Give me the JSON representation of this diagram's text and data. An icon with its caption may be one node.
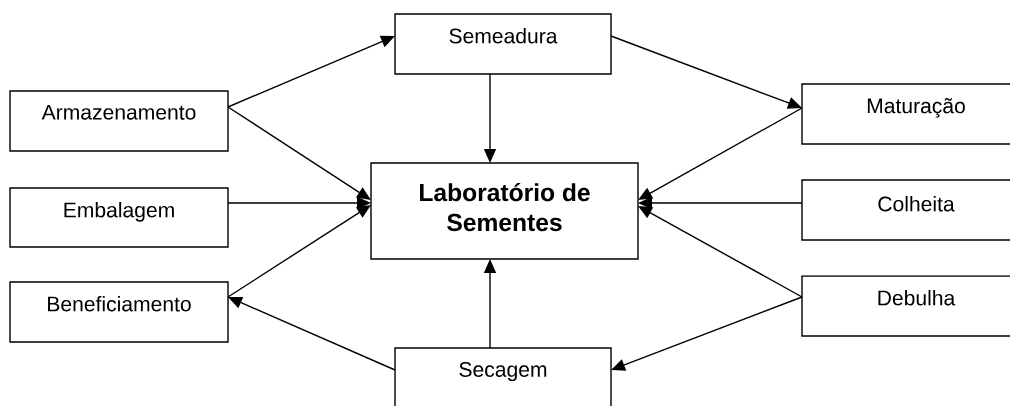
{
  "diagram": {
    "nodes": [
      {
        "text": [
          "Semeadura"
        ]
      },
      {
        "text": [
          "Armazenamento"
        ]
      },
      {
        "text": [
          "Maturação"
        ]
      },
      {
        "text": [
          "Laboratório de Sementes"
        ]
      },
      {
        "text": [
          "Embalagem"
        ]
      },
      {
        "text": [
          "Colheita"
        ]
      },
      {
        "text": [
          "Beneficiamento"
        ]
      },
      {
        "text": [
          "Debulha"
        ]
      },
      {
        "text": [
          "Secagem"
        ]
      }
    ],
    "edges": [
      {
        "from": 1,
        "to": 0,
        "arrow": "to"
      },
      {
        "from": 0,
        "to": 3,
        "arrow": "to"
      },
      {
        "from": 0,
        "to": 2,
        "arrow": "to"
      },
      {
        "from": 1,
        "to": 3,
        "arrow": "to"
      },
      {
        "from": 4,
        "to": 3,
        "arrow": "to"
      },
      {
        "from": 6,
        "to": 3,
        "arrow": "to"
      },
      {
        "from": 2,
        "to": 3,
        "arrow": "to"
      },
      {
        "from": 5,
        "to": 3,
        "arrow": "to"
      },
      {
        "from": 7,
        "to": 3,
        "arrow": "to"
      },
      {
        "from": 7,
        "to": 8,
        "arrow": "to"
      },
      {
        "from": 8,
        "to": 3,
        "arrow": "to"
      },
      {
        "from": 8,
        "to": 6,
        "arrow": "to"
      }
    ]
  }
}
